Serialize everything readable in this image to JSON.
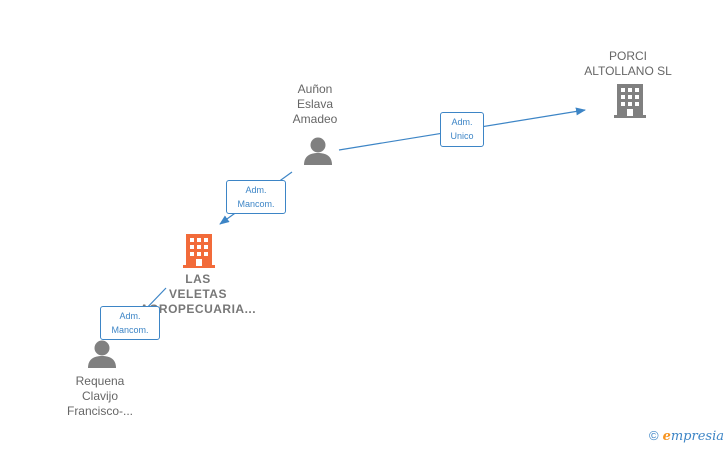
{
  "colors": {
    "edge": "#3d85c6",
    "person": "#808080",
    "company": "#808080",
    "company_main": "#f26b3a"
  },
  "nodes": {
    "porci": {
      "lines": [
        "PORCI",
        "ALTOLLANO  SL"
      ],
      "icon": "building-icon"
    },
    "aunon": {
      "lines": [
        "Auñon",
        "Eslava",
        "Amadeo"
      ],
      "icon": "person-icon"
    },
    "las_veletas": {
      "lines": [
        "LAS",
        "VELETAS",
        "AGROPECUARIA..."
      ],
      "icon": "building-icon"
    },
    "requena": {
      "lines": [
        "Requena",
        "Clavijo",
        "Francisco-..."
      ],
      "icon": "person-icon"
    }
  },
  "edges": {
    "aunon_porci": {
      "lines": [
        "Adm.",
        "Unico"
      ]
    },
    "aunon_veletas": {
      "lines": [
        "Adm.",
        "Mancom."
      ]
    },
    "requena_veletas": {
      "lines": [
        "Adm.",
        "Mancom."
      ]
    }
  },
  "watermark": {
    "symbol": "©",
    "brand_initial": "e",
    "brand_rest": "mpresia"
  }
}
